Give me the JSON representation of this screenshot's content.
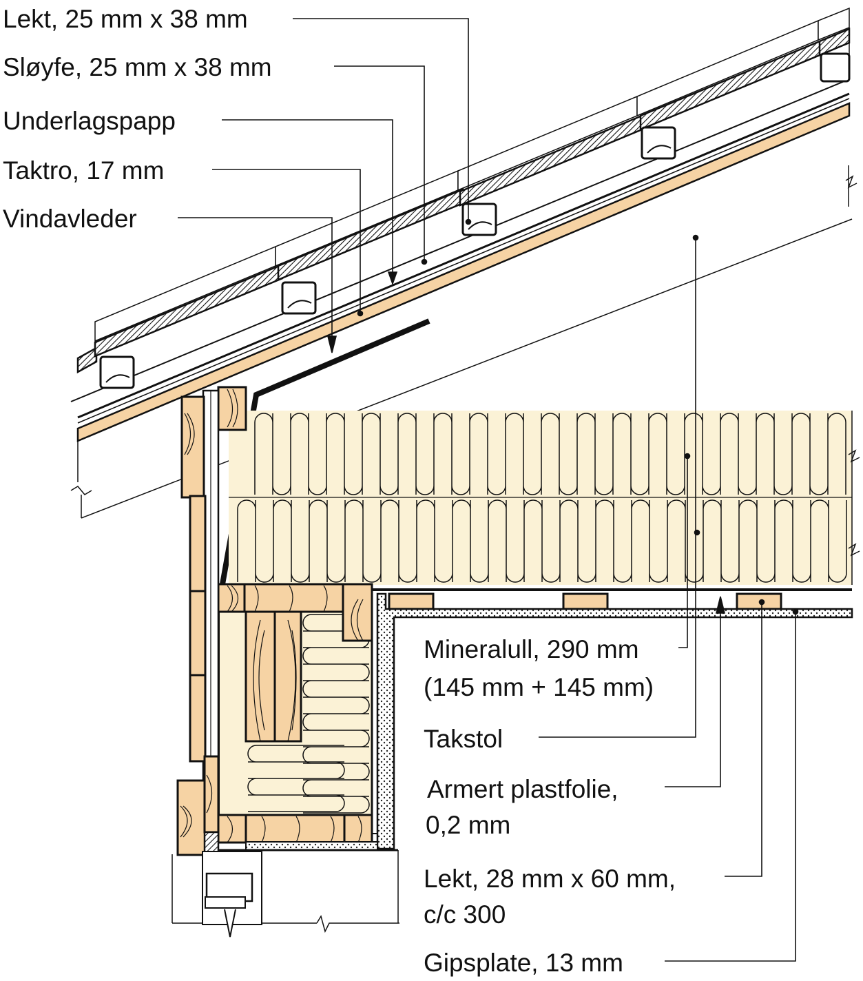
{
  "labels": {
    "lekt_top": "Lekt, 25 mm x 38 mm",
    "sloyfe": "Sløyfe, 25 mm x 38 mm",
    "underlagspapp": "Underlagspapp",
    "taktro": "Taktro, 17 mm",
    "vindavleder": "Vindavleder",
    "mineralull_1": "Mineralull, 290 mm",
    "mineralull_2": "(145 mm + 145 mm)",
    "takstol": "Takstol",
    "plastfolie_1": "Armert plastfolie,",
    "plastfolie_2": "0,2 mm",
    "lekt_bottom_1": "Lekt, 28 mm x 60 mm,",
    "lekt_bottom_2": "c/c 300",
    "gipsplate": "Gipsplate, 13 mm"
  },
  "colors": {
    "wood": "#f6d3a4",
    "insulation": "#fbf2d6",
    "line": "#111111",
    "background": "#ffffff"
  }
}
